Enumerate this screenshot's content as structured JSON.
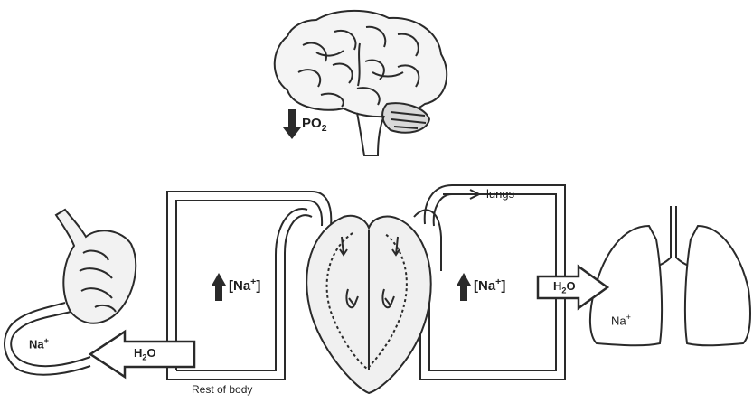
{
  "labels": {
    "po2": {
      "main": "PO",
      "sub": "2"
    },
    "lungs": "lungs",
    "rest_of_body": "Rest of body",
    "na_left": {
      "prefix": "[Na",
      "sup": "+",
      "suffix": "]"
    },
    "na_right": {
      "prefix": "[Na",
      "sup": "+",
      "suffix": "]"
    },
    "stomach_na": {
      "main": "Na",
      "sup": "+"
    },
    "lungs_na": {
      "main": "Na",
      "sup": "+"
    },
    "h2o_left": {
      "main": "H",
      "sub": "2",
      "suffix": "O"
    },
    "h2o_right": {
      "main": "H",
      "sub": "2",
      "suffix": "O"
    }
  },
  "icons": [
    "brain-icon",
    "heart-icon",
    "stomach-icon",
    "lungs-icon",
    "down-arrow-icon",
    "up-arrow-icon",
    "hollow-arrow-icon"
  ],
  "colors": {
    "line": "#2a2a2a",
    "fill": "#f3f3f3",
    "arrow_fill": "#3a3a3a"
  }
}
